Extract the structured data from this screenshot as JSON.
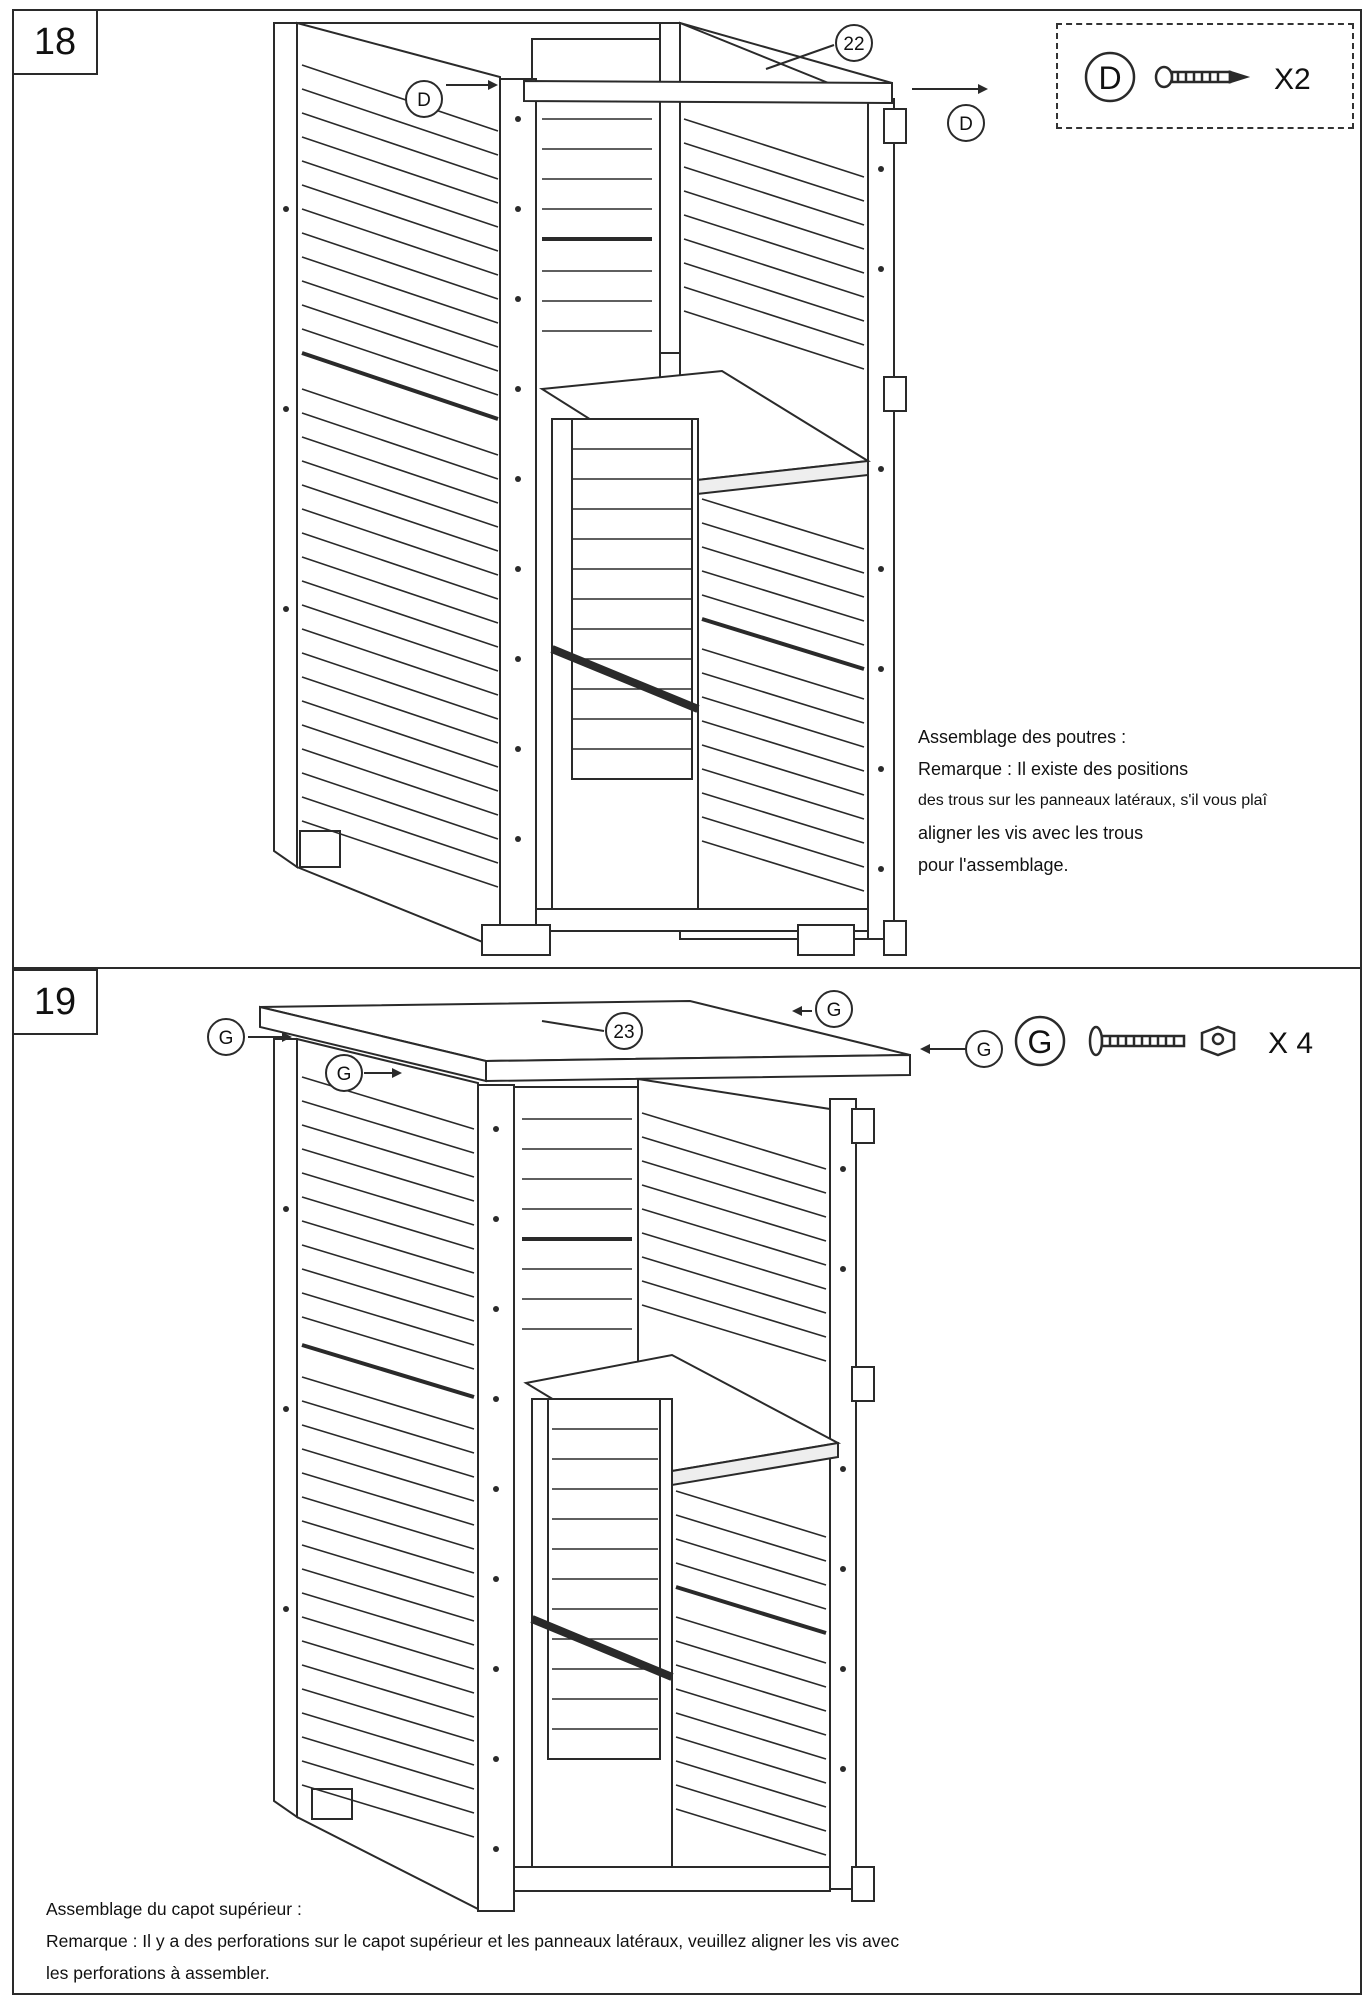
{
  "steps": [
    {
      "number": "18",
      "hardware": {
        "letter": "D",
        "quantity": "X2",
        "type": "screw"
      },
      "callouts": {
        "part": "22",
        "screw_left": "D",
        "screw_right": "D"
      },
      "note": {
        "title": "Assemblage des poutres :",
        "lines": [
          "Remarque : Il existe des positions",
          "des trous sur les panneaux latéraux, s'il vous plaî",
          "aligner les vis avec les trous",
          "pour l'assemblage."
        ]
      }
    },
    {
      "number": "19",
      "hardware": {
        "letter": "G",
        "quantity": "X 4",
        "type": "bolt-and-nut"
      },
      "callouts": {
        "part": "23",
        "bolt_left": "G",
        "bolt_left_inner": "G",
        "bolt_top": "G",
        "bolt_right": "G"
      },
      "note": {
        "title": "Assemblage du capot supérieur :",
        "lines": [
          "Remarque : Il y a des perforations sur le capot supérieur et les panneaux latéraux, veuillez aligner les vis avec",
          "les perforations à assembler."
        ]
      }
    }
  ]
}
